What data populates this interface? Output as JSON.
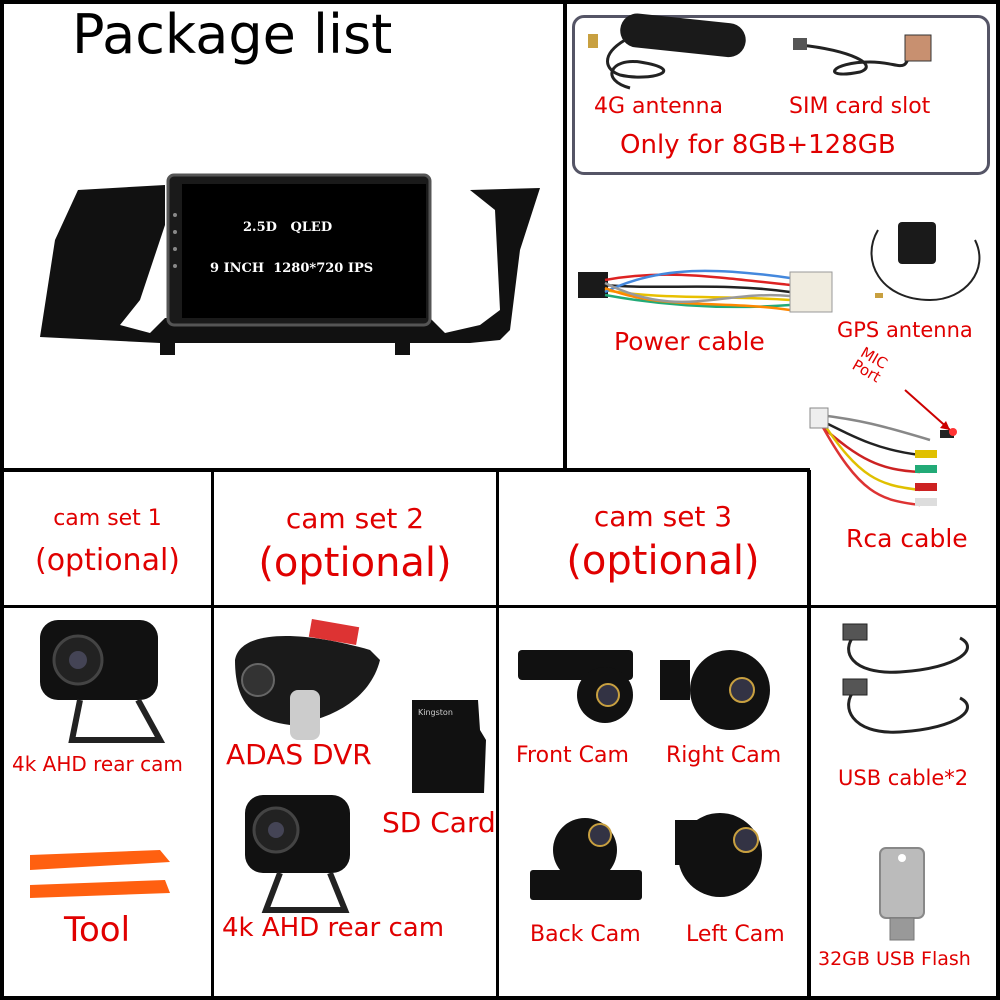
{
  "title": "Package list",
  "head_unit": {
    "screen_line1": "2.5D   QLED",
    "screen_line2": "9 INCH  1280*720 IPS"
  },
  "accessories": {
    "antenna_4g": "4G antenna",
    "sim_slot": "SIM card slot",
    "note_8gb": "Only for 8GB+128GB",
    "power_cable": "Power cable",
    "gps_antenna": "GPS antenna",
    "mic_port": "MIC Port",
    "rca_cable": "Rca cable",
    "usb_cable": "USB cable*2",
    "usb_flash": "32GB USB Flash"
  },
  "cam_set_1": {
    "title": "cam set 1",
    "optional": "(optional)",
    "rear_cam": "4k AHD rear cam",
    "tool": "Tool"
  },
  "cam_set_2": {
    "title": "cam set 2",
    "optional": "(optional)",
    "adas": "ADAS DVR",
    "sd_card": "SD Card",
    "rear_cam": "4k AHD rear cam"
  },
  "cam_set_3": {
    "title": "cam set 3",
    "optional": "(optional)",
    "front": "Front Cam",
    "right": "Right Cam",
    "back": "Back Cam",
    "left": "Left Cam"
  },
  "colors": {
    "label": "#e00000",
    "border": "#000000",
    "highlight_box": "#555566"
  }
}
